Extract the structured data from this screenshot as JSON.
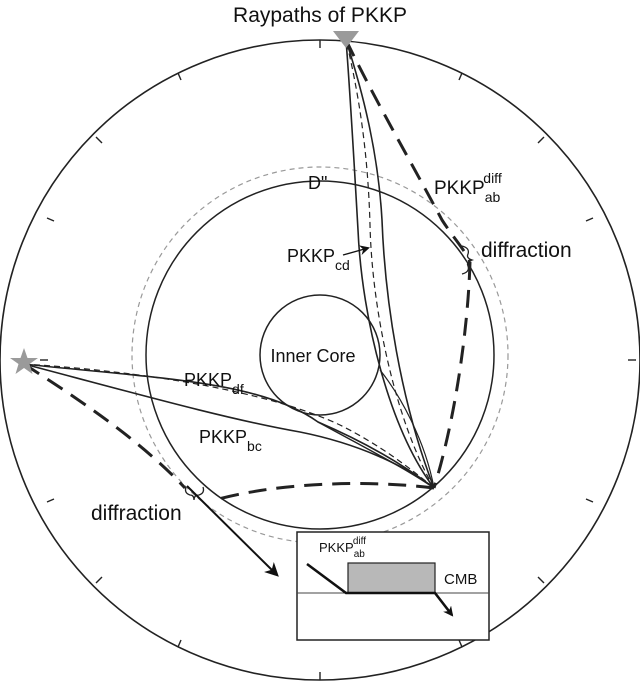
{
  "title": "Raypaths of PKKP",
  "labels": {
    "d_double_prime": "D\"",
    "inner_core": "Inner Core",
    "pkkp_ab_diff": {
      "main": "PKKP",
      "sub": "ab",
      "sup": "diff"
    },
    "pkkp_cd": {
      "main": "PKKP",
      "sub": "cd"
    },
    "pkkp_df": {
      "main": "PKKP",
      "sub": "df"
    },
    "pkkp_bc": {
      "main": "PKKP",
      "sub": "bc"
    },
    "diffraction_right": "diffraction",
    "diffraction_left": "diffraction"
  },
  "inset": {
    "ray_label": {
      "main": "PKKP",
      "sub": "ab",
      "sup": "diff"
    },
    "boundary_label": "CMB"
  },
  "symbols": {
    "receiver": "triangle",
    "source": "star"
  },
  "colors": {
    "line": "#222222",
    "symbol_gray": "#9a9a9a",
    "inset_block": "#b8b8b8",
    "d_layer": "#999999"
  }
}
